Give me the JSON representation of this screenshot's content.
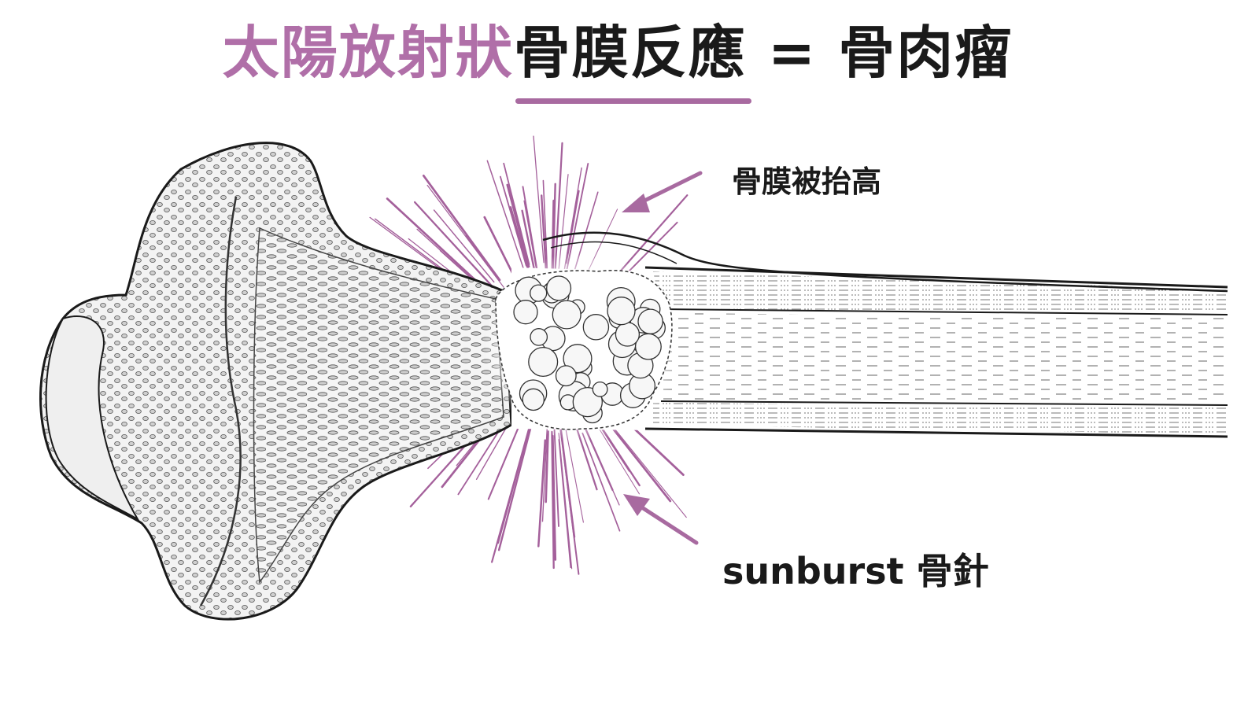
{
  "title": {
    "accent": "太陽放射狀",
    "main": "骨膜反應 = 骨肉瘤"
  },
  "labels": {
    "periosteum_lifted": "骨膜被抬高",
    "sunburst": "sunburst 骨針"
  },
  "colors": {
    "accent": "#b06fa8",
    "spicule": "#a4609b",
    "ink": "#1a1a1a",
    "bone_fill": "#f4f4f4",
    "trabecula_fill": "#c9c9c9"
  }
}
